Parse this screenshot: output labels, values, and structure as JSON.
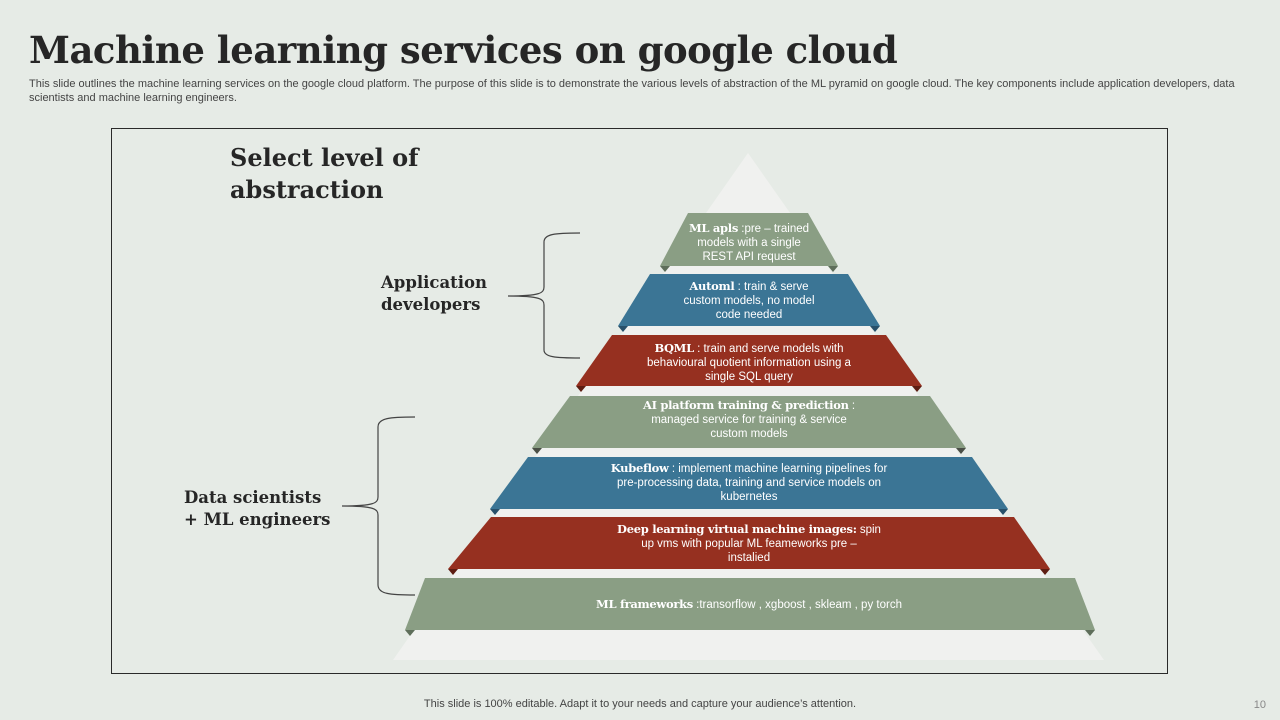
{
  "slide": {
    "title": "Machine learning services on google cloud",
    "subtitle": "This slide outlines the machine learning services on the google cloud platform. The purpose of this slide is to demonstrate the various levels of abstraction of the ML  pyramid on google cloud. The key components include application developers, data scientists and machine learning engineers.",
    "footer": "This slide is 100% editable. Adapt it to your needs and capture your audience’s attention.",
    "page_number": "10"
  },
  "diagram": {
    "heading_line1": "Select level of",
    "heading_line2": "abstraction",
    "groups": [
      {
        "line1": "Application",
        "line2": "developers"
      },
      {
        "line1": "Data scientists",
        "line2": "+ ML engineers"
      }
    ],
    "colors": {
      "green": "#8a9e84",
      "blue": "#3b7595",
      "red": "#963020",
      "background_pyramid": "#f0f1ef",
      "slide_bg": "#e6ebe6"
    },
    "levels": [
      {
        "name": "ML apls",
        "sep": " :",
        "desc_line1": "pre – trained",
        "desc_line2": "models with a single",
        "desc_line3": "REST  API request",
        "color": "green"
      },
      {
        "name": "Automl",
        "sep": " :",
        "desc_line1": " train & serve",
        "desc_line2": "custom models, no model",
        "desc_line3": "code needed",
        "color": "blue"
      },
      {
        "name": "BQML",
        "sep": " : ",
        "desc_line1": "train and serve models with",
        "desc_line2": "behavioural quotient information using a",
        "desc_line3": "single SQL query",
        "color": "red"
      },
      {
        "name": "AI platform training & prediction",
        "sep": " :",
        "desc_line1": "",
        "desc_line2": "managed service for training & service",
        "desc_line3": "custom models",
        "color": "green"
      },
      {
        "name": "Kubeflow",
        "sep": " : ",
        "desc_line1": "implement machine learning pipelines for",
        "desc_line2": "pre-processing data, training and service models on",
        "desc_line3": "kubernetes",
        "color": "blue"
      },
      {
        "name": "Deep learning virtual machine images:",
        "sep": " ",
        "desc_line1": "spin",
        "desc_line2": "up vms with popular ML feameworks pre –",
        "desc_line3": "instalied",
        "color": "red"
      },
      {
        "name": "ML frameworks",
        "sep": " :",
        "desc_line1": "transorflow , xgboost ,  skleam , py torch",
        "desc_line2": "",
        "desc_line3": "",
        "color": "green"
      }
    ]
  }
}
